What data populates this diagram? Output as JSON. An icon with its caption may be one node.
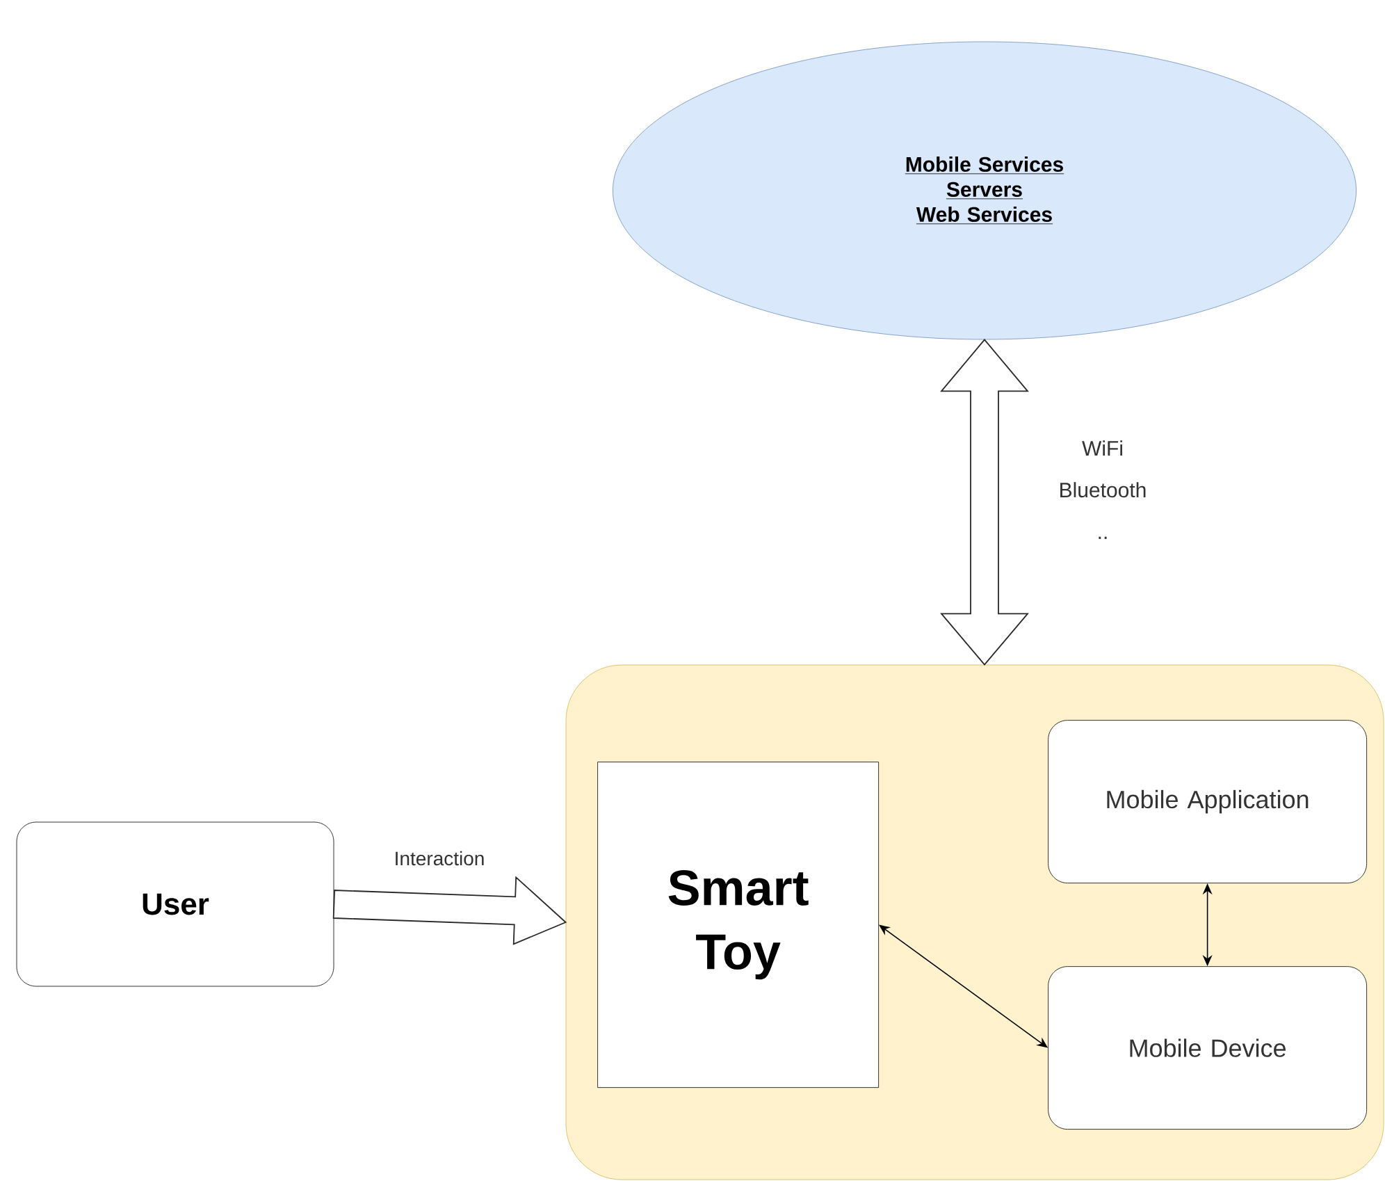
{
  "diagram": {
    "nodes": [
      {
        "text": [
          "Mobile Services",
          "Servers",
          "Web Services"
        ]
      },
      {
        "text": [],
        "shape": "box"
      },
      {
        "text": [
          "User"
        ]
      },
      {
        "text": [
          "Smart Toy"
        ],
        "in": 1
      },
      {
        "text": [
          "Mobile Application"
        ],
        "in": 1
      },
      {
        "text": [
          "Mobile Device"
        ],
        "in": 1
      }
    ],
    "edges": [
      {
        "from": 0,
        "to": 1,
        "arrow": "both",
        "style": "thick",
        "label": "WiFi Bluetooth .."
      },
      {
        "from": 2,
        "to": 1,
        "arrow": "to",
        "style": "thick",
        "label": "Interaction"
      },
      {
        "from": 3,
        "to": 5,
        "arrow": "both"
      },
      {
        "from": 4,
        "to": 5,
        "arrow": "both"
      }
    ]
  }
}
